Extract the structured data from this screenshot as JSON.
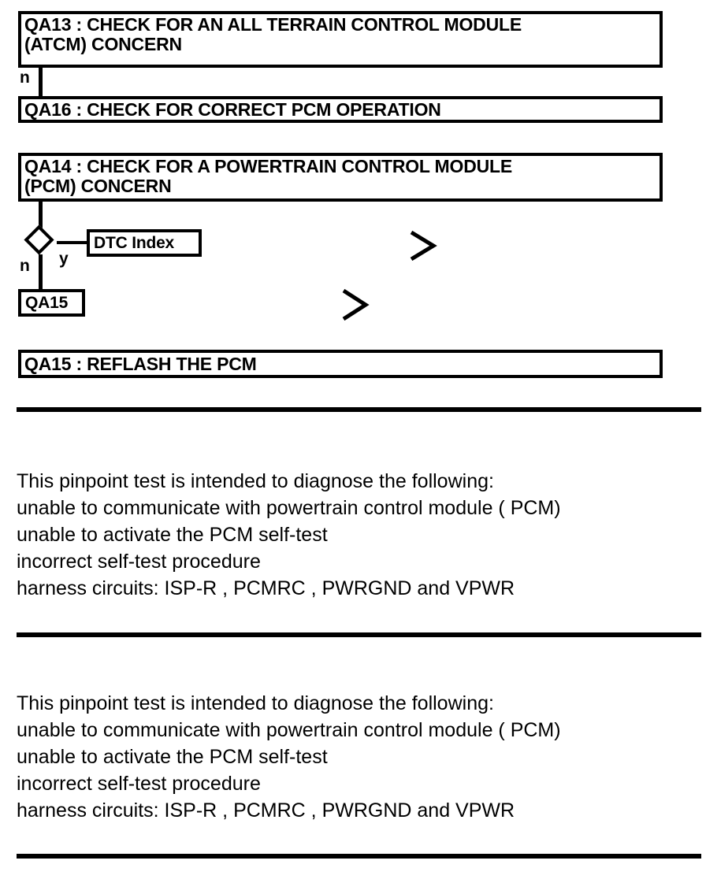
{
  "document": {
    "type": "diagnostic-flowchart",
    "background_color": "#ffffff",
    "ink_color": "#000000"
  },
  "flowchart": {
    "nodes": [
      {
        "id": "qa13",
        "label": "QA13 : CHECK FOR AN ALL TERRAIN CONTROL MODULE\n(ATCM) CONCERN",
        "shape": "box"
      },
      {
        "id": "qa16",
        "label": "QA16 : CHECK FOR CORRECT PCM OPERATION",
        "shape": "box"
      },
      {
        "id": "qa14",
        "label": "QA14 : CHECK FOR A POWERTRAIN CONTROL MODULE\n(PCM) CONCERN",
        "shape": "box"
      },
      {
        "id": "dtc_index",
        "label": "DTC Index",
        "shape": "box"
      },
      {
        "id": "qa15_small",
        "label": "QA15",
        "shape": "box"
      },
      {
        "id": "qa15_reflash",
        "label": "QA15 : REFLASH THE PCM",
        "shape": "box"
      }
    ],
    "decision": {
      "id": "decision-1",
      "shape": "diamond",
      "label": ""
    },
    "edge_labels": {
      "qa13_to_qa16": "n",
      "decision_no": "n",
      "decision_yes": "y"
    },
    "markers": [
      {
        "id": "chevron-1",
        "glyph": ">"
      },
      {
        "id": "chevron-2",
        "glyph": ">"
      }
    ]
  },
  "sections": [
    {
      "id": "pinpoint-test-1",
      "body": "This pinpoint test is intended to diagnose the following:\nunable to communicate with powertrain control module ( PCM)\nunable to activate the PCM self-test\nincorrect self-test procedure\nharness circuits: ISP-R , PCMRC , PWRGND and VPWR"
    },
    {
      "id": "pinpoint-test-2",
      "body": "This pinpoint test is intended to diagnose the following:\nunable to communicate with powertrain control module ( PCM)\nunable to activate the PCM self-test\nincorrect self-test procedure\nharness circuits: ISP-R , PCMRC , PWRGND and VPWR"
    }
  ]
}
